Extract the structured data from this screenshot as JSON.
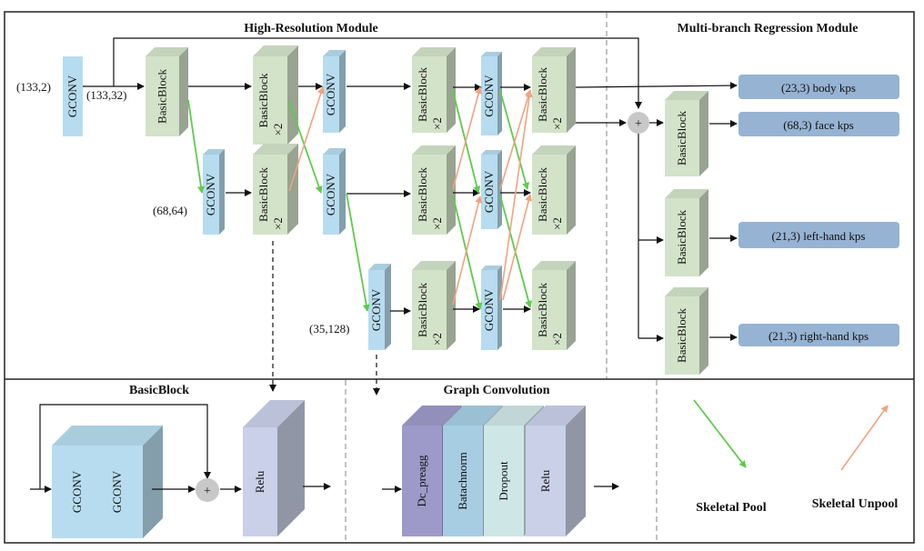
{
  "sections": {
    "high_resolution": "High-Resolution Module",
    "multi_branch": "Multi-branch Regression Module",
    "basic_block": "BasicBlock",
    "graph_convolution": "Graph Convolution"
  },
  "blocks": {
    "gconv": "GCONV",
    "basic_block": "BasicBlock",
    "basic_block_x2": "BasicBlock",
    "times2": "×2",
    "relu": "Relu",
    "dc_preagg": "Dc_preagg",
    "batchnorm": "Batachnorm",
    "dropout": "Dropout",
    "plus": "+"
  },
  "dims": {
    "input": "(133,2)",
    "branch1": "(133,32)",
    "branch2": "(68,64)",
    "branch3": "(35,128)"
  },
  "outputs": {
    "body": "(23,3) body kps",
    "face": "(68,3) face kps",
    "left_hand": "(21,3) left-hand kps",
    "right_hand": "(21,3) right-hand kps"
  },
  "legend": {
    "pool": "Skeletal Pool",
    "unpool": "Skeletal Unpool"
  },
  "colors": {
    "gconv": "#b7dcef",
    "basic_block": "#d3e3c9",
    "output": "#96b3d3",
    "relu": "#c9d0e8",
    "dc_preagg": "#9d9ac9",
    "batchnorm": "#a7cde3",
    "dropout": "#cfe6e6",
    "pool_arrow": "#5ecb4a",
    "unpool_arrow": "#f2a27f"
  }
}
